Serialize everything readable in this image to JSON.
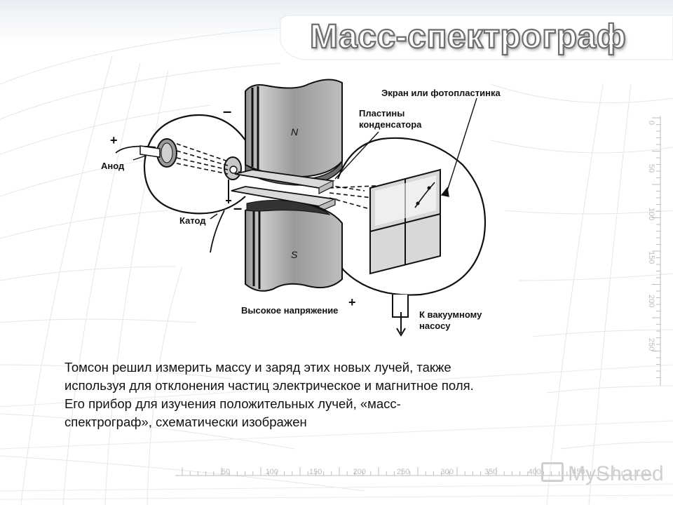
{
  "title": "Масс-спектрограф",
  "diagram": {
    "labels": {
      "screen": "Экран или фотопластинка",
      "plates_line1": "Пластины",
      "plates_line2": "конденсатора",
      "anode": "Анод",
      "cathode": "Катод",
      "high_voltage": "Высокое напряжение",
      "pump_line1": "К вакуумному",
      "pump_line2": "насосу",
      "pole_n": "N",
      "pole_s": "S",
      "plus_anode": "+",
      "minus_top": "–",
      "minus_bottom": "–",
      "plus_voltage": "+"
    }
  },
  "text": {
    "line1": "Томсон решил измерить массу и заряд этих новых лучей, также",
    "line2": "используя для отклонения частиц электрическое и магнитное поля.",
    "line3": "Его прибор для изучения положительных лучей, «масс-",
    "line4": "спектрограф», схематически изображен"
  },
  "rulers": {
    "bottom": [
      "50",
      "100",
      "150",
      "200",
      "250",
      "300",
      "350",
      "400",
      "450"
    ],
    "right": [
      "0",
      "50",
      "100",
      "150",
      "200",
      "250"
    ]
  },
  "watermark": "MyShared",
  "colors": {
    "title_outline": "#6e6e6e",
    "grid": "#d6dde6",
    "ruler": "#bdbdbd"
  }
}
